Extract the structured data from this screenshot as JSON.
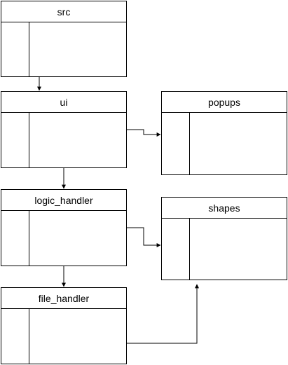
{
  "diagram": {
    "nodes": [
      {
        "id": "src",
        "title": "src"
      },
      {
        "id": "ui",
        "title": "ui"
      },
      {
        "id": "logic_handler",
        "title": "logic_handler"
      },
      {
        "id": "file_handler",
        "title": "file_handler"
      },
      {
        "id": "popups",
        "title": "popups"
      },
      {
        "id": "shapes",
        "title": "shapes"
      }
    ],
    "edges": [
      {
        "from": "src",
        "to": "ui"
      },
      {
        "from": "ui",
        "to": "logic_handler"
      },
      {
        "from": "logic_handler",
        "to": "file_handler"
      },
      {
        "from": "ui",
        "to": "popups"
      },
      {
        "from": "logic_handler",
        "to": "shapes"
      },
      {
        "from": "file_handler",
        "to": "shapes"
      }
    ],
    "colors": {
      "stroke": "#000000",
      "fill": "#ffffff",
      "text": "#000000"
    }
  }
}
